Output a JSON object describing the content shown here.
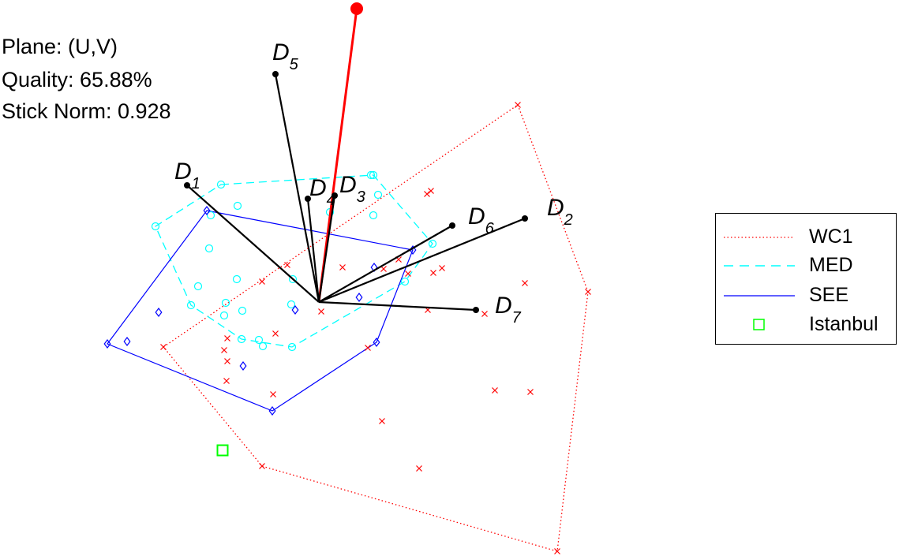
{
  "info": {
    "plane": "Plane: (U,V)",
    "quality": "Quality: 65.88%",
    "stick_norm": "Stick Norm: 0.928"
  },
  "chart_data": {
    "type": "scatter",
    "title": "",
    "xlabel": "",
    "ylabel": "",
    "axes_visible": false,
    "grid": false,
    "legend_position": "right",
    "origin": [
      0,
      0
    ],
    "colors": {
      "wc1": "#ff0000",
      "med": "#00ffff",
      "see": "#0000ff",
      "istanbul": "#00ff00",
      "sticks": "#000000",
      "highlight_stick": "#ff0000"
    },
    "sticks": [
      {
        "name": "D",
        "sub": "1",
        "x": -167,
        "y": 148
      },
      {
        "name": "D",
        "sub": "2",
        "x": 261,
        "y": 106
      },
      {
        "name": "D",
        "sub": "3",
        "x": 20,
        "y": 135
      },
      {
        "name": "D",
        "sub": "4",
        "x": -14,
        "y": 131
      },
      {
        "name": "D",
        "sub": "5",
        "x": -55,
        "y": 289
      },
      {
        "name": "D",
        "sub": "6",
        "x": 169,
        "y": 97
      },
      {
        "name": "D",
        "sub": "7",
        "x": 199,
        "y": -10
      }
    ],
    "highlight_stick": {
      "x": 48,
      "y": 372
    },
    "series": [
      {
        "name": "WC1",
        "marker": "x",
        "line": "dotted",
        "points": [
          [
            137,
            137
          ],
          [
            138,
            -10
          ],
          [
            -55,
            -40
          ],
          [
            113,
            36
          ],
          [
            268,
            -114
          ],
          [
            223,
            -112
          ],
          [
            80,
            -151
          ],
          [
            127,
            -211
          ],
          [
            62,
            -58
          ],
          [
            82,
            42
          ],
          [
            101,
            54
          ],
          [
            30,
            44
          ],
          [
            3,
            -12
          ],
          [
            -116,
            -46
          ],
          [
            -72,
            26
          ],
          [
            -40,
            47
          ],
          [
            -120,
            -61
          ],
          [
            -116,
            -75
          ],
          [
            -117,
            -100
          ],
          [
            -58,
            -117
          ],
          [
            142,
            141
          ],
          [
            156,
            43
          ],
          [
            145,
            37
          ],
          [
            261,
            24
          ],
          [
            210,
            -15
          ],
          [
            252,
            250
          ],
          [
            -197,
            -57
          ],
          [
            -72,
            -208
          ],
          [
            302,
            -316
          ],
          [
            341,
            13
          ]
        ],
        "hull": [
          [
            252,
            250
          ],
          [
            341,
            13
          ],
          [
            302,
            -316
          ],
          [
            -72,
            -208
          ],
          [
            -197,
            -57
          ]
        ]
      },
      {
        "name": "MED",
        "marker": "o",
        "line": "dashed",
        "points": [
          [
            -124,
            149
          ],
          [
            -137,
            110
          ],
          [
            -207,
            96
          ],
          [
            -139,
            68
          ],
          [
            -103,
            122
          ],
          [
            -153,
            20
          ],
          [
            -118,
            -1
          ],
          [
            -97,
            -11
          ],
          [
            -104,
            29
          ],
          [
            -162,
            -4
          ],
          [
            -71,
            -56
          ],
          [
            -34,
            -57
          ],
          [
            -76,
            -48
          ],
          [
            14,
            114
          ],
          [
            69,
            110
          ],
          [
            66,
            161
          ],
          [
            75,
            136
          ],
          [
            144,
            74
          ],
          [
            109,
            26
          ],
          [
            -33,
            29
          ],
          [
            -120,
            -17
          ],
          [
            -98,
            -47
          ],
          [
            -35,
            -3
          ],
          [
            69,
            161
          ]
        ],
        "hull": [
          [
            -124,
            149
          ],
          [
            69,
            161
          ],
          [
            144,
            74
          ],
          [
            109,
            26
          ],
          [
            -34,
            -57
          ],
          [
            -98,
            -47
          ],
          [
            -162,
            -4
          ],
          [
            -207,
            96
          ]
        ]
      },
      {
        "name": "SEE",
        "marker": "diamond",
        "line": "solid",
        "points": [
          [
            -142,
            116
          ],
          [
            119,
            66
          ],
          [
            -268,
            -53
          ],
          [
            -243,
            -50
          ],
          [
            -59,
            -138
          ],
          [
            73,
            -51
          ],
          [
            -96,
            -81
          ],
          [
            -30,
            -10
          ],
          [
            -203,
            -13
          ],
          [
            70,
            44
          ],
          [
            51,
            6
          ]
        ],
        "hull": [
          [
            -142,
            116
          ],
          [
            119,
            66
          ],
          [
            73,
            -51
          ],
          [
            -59,
            -138
          ],
          [
            -268,
            -53
          ]
        ]
      },
      {
        "name": "Istanbul",
        "marker": "square",
        "line": "none",
        "points": [
          [
            -122,
            -188
          ]
        ]
      }
    ]
  }
}
